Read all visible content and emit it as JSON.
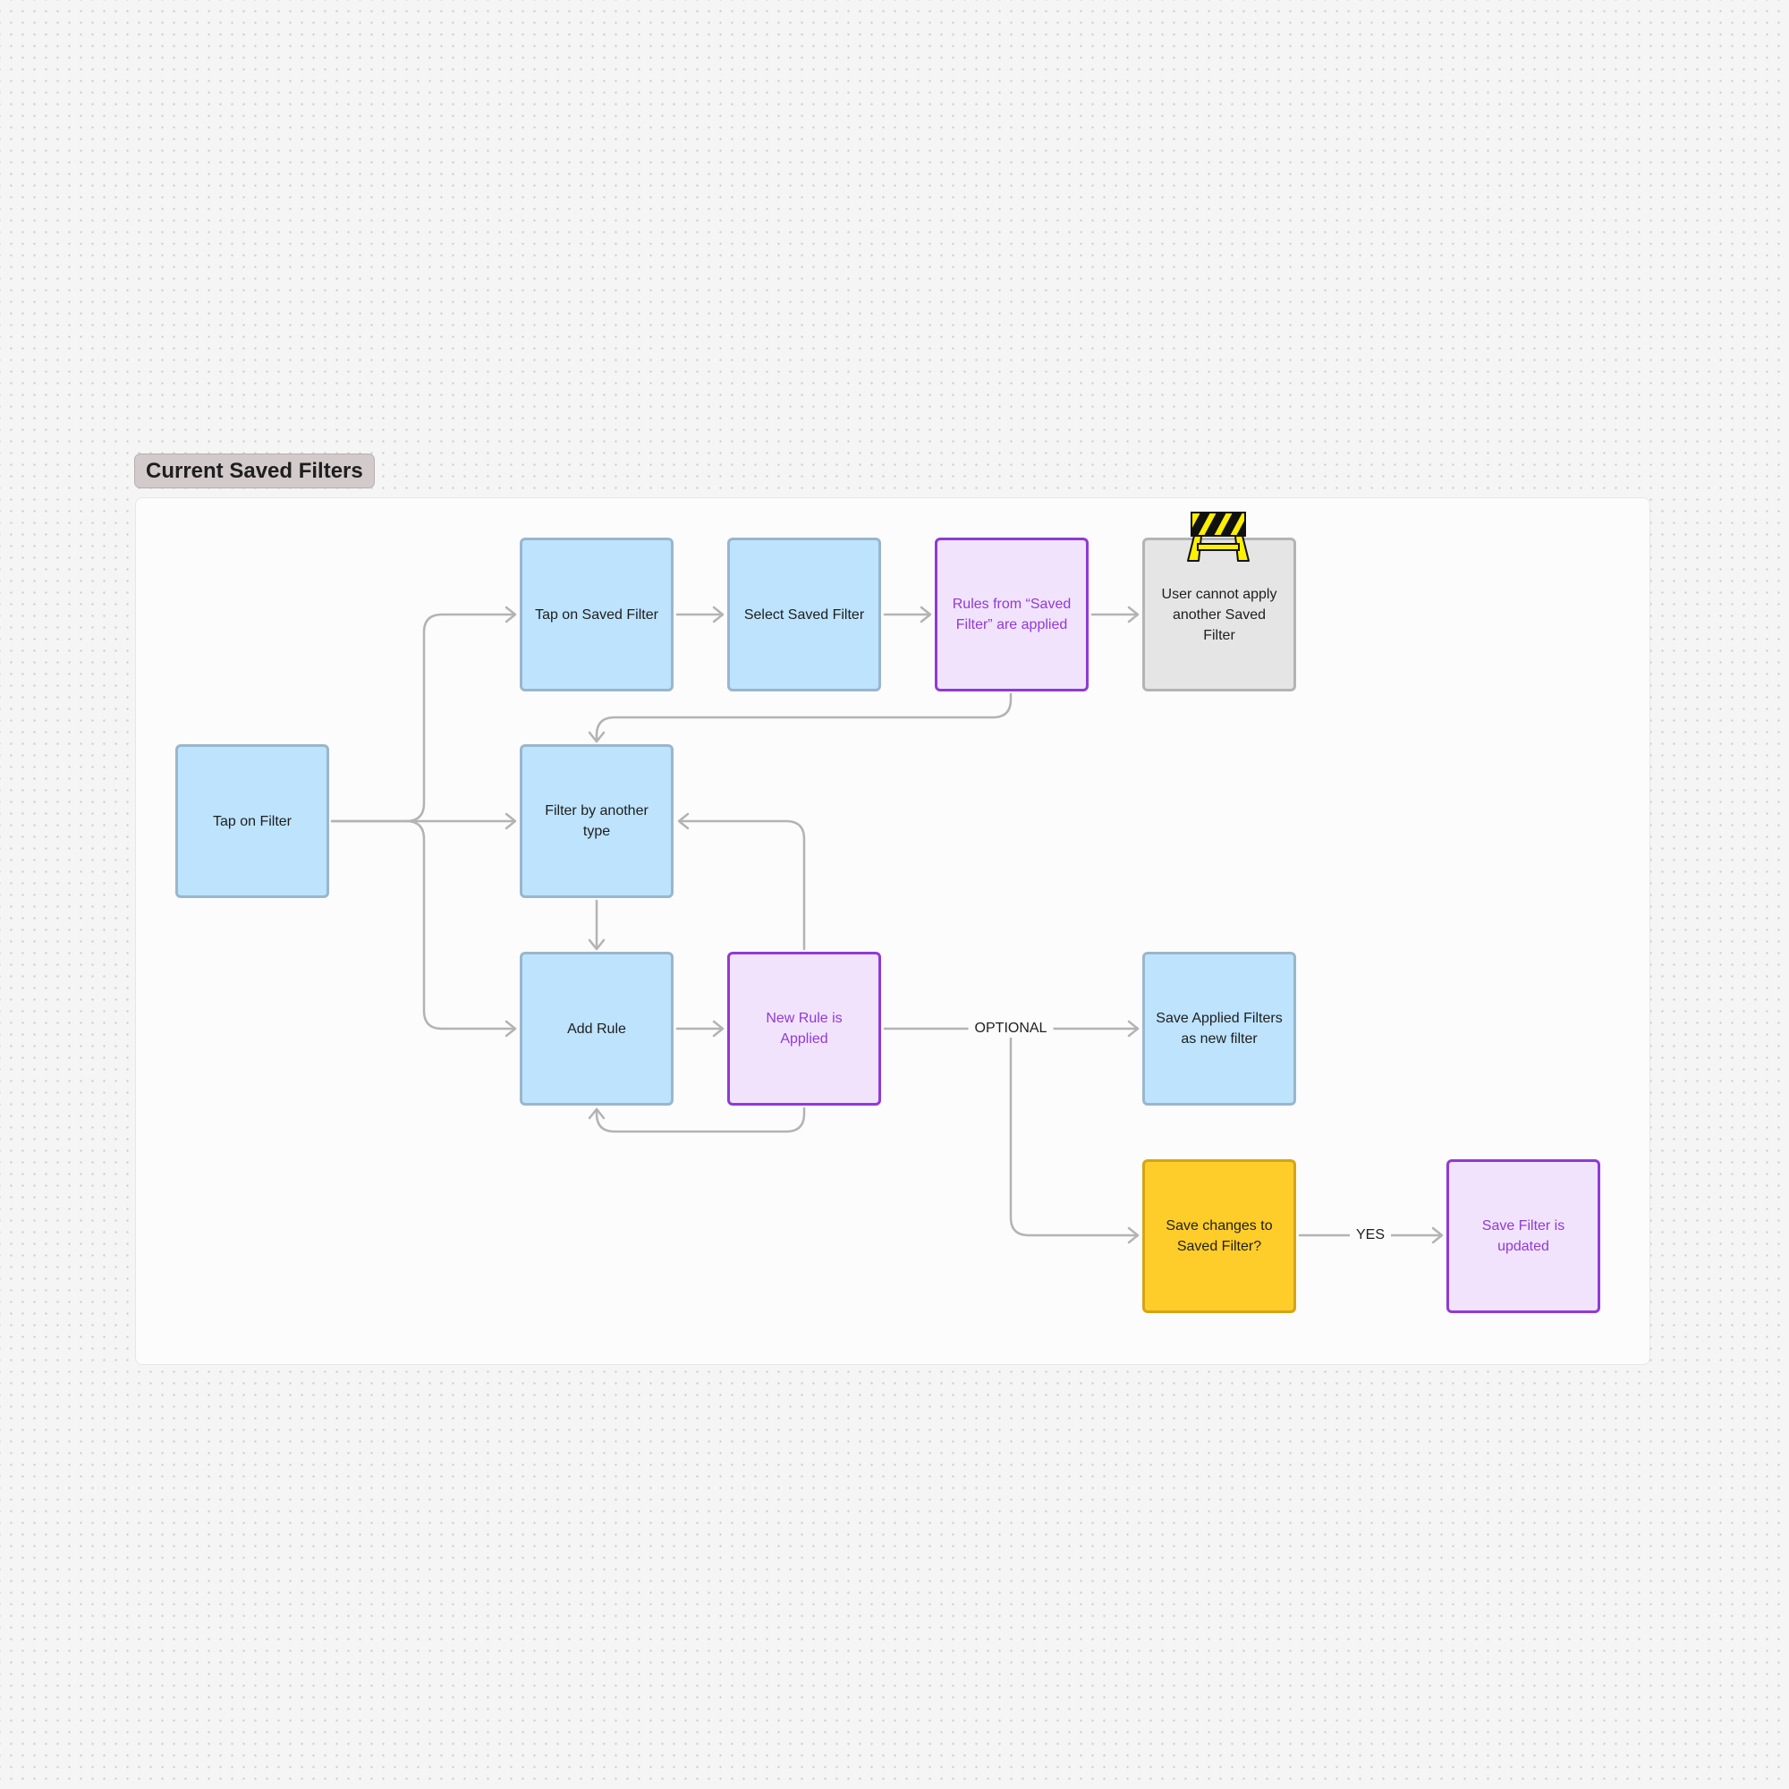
{
  "section": {
    "title": "Current Saved Filters"
  },
  "nodes": {
    "tap_filter": "Tap on Filter",
    "tap_saved_filter": "Tap on Saved Filter",
    "select_saved_filter": "Select Saved Filter",
    "rules_applied": "Rules from “Saved Filter” are applied",
    "cannot_apply": "User cannot apply another Saved Filter",
    "filter_another_type": "Filter by another type",
    "add_rule": "Add Rule",
    "new_rule_applied": "New Rule is Applied",
    "save_new_filter": "Save Applied Filters as new filter",
    "save_changes": "Save changes to Saved Filter?",
    "filter_updated": "Save Filter is updated"
  },
  "edge_labels": {
    "optional": "OPTIONAL",
    "yes": "YES"
  },
  "icons": {
    "blocked": "construction-barrier-icon"
  },
  "colors": {
    "process_fill": "#bde3fd",
    "process_border": "#9ab6cc",
    "result_fill": "#f2e3fd",
    "result_border": "#8f3ad6",
    "blocked_fill": "#e5e5e5",
    "decision_fill": "#ffcd29",
    "connector": "#b3b3b3"
  }
}
